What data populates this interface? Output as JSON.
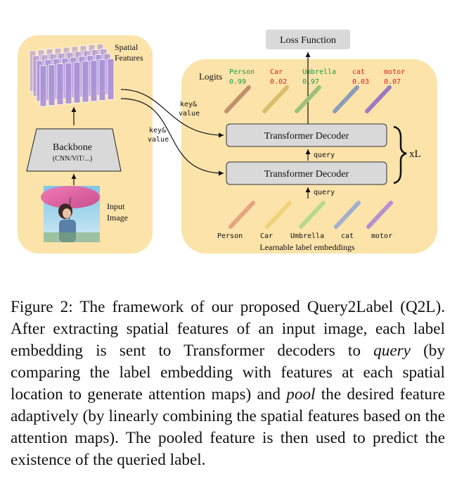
{
  "left_panel": {
    "spatial_features_label": [
      "Spatial",
      "Features"
    ],
    "backbone_title": "Backbone",
    "backbone_subtitle": "(CNN/ViT/...)",
    "input_image_label": [
      "Input",
      "Image"
    ]
  },
  "kv_labels": [
    [
      "key&",
      "value"
    ],
    [
      "key&",
      "value"
    ]
  ],
  "right_panel": {
    "loss_function": "Loss Function",
    "logits_label": "Logits",
    "logits": [
      {
        "name": "Person",
        "value": "0.99",
        "color": "#1e9e3a"
      },
      {
        "name": "Car",
        "value": "0.02",
        "color": "#e02020"
      },
      {
        "name": "Umbrella",
        "value": "0.97",
        "color": "#1e9e3a"
      },
      {
        "name": "cat",
        "value": "0.03",
        "color": "#e02020"
      },
      {
        "name": "motor",
        "value": "0.07",
        "color": "#e02020"
      }
    ],
    "decoders": [
      "Transformer Decoder",
      "Transformer Decoder"
    ],
    "query_labels": [
      "query",
      "query"
    ],
    "repeat_label": "xL",
    "embedding_names": [
      "Person",
      "Car",
      "Umbrella",
      "cat",
      "motor"
    ],
    "embeddings_caption": "Learnable label embeddings"
  },
  "colors": {
    "panel_bg": "#fbe3aa",
    "box_fill": "#d9d9d9",
    "feature_purple": "#a98fd6",
    "embedding_colors": [
      "#e6a47a",
      "#efd27a",
      "#b7d98a",
      "#9eb0cc",
      "#b58fd0"
    ],
    "logit_colors": [
      "#c0906a",
      "#d9bd6a",
      "#9dc07a",
      "#8a9cb8",
      "#9d7ac0"
    ]
  },
  "caption": {
    "prefix": "Figure 2:",
    "text_1": " The framework of our proposed Query2Label (Q2L). After extracting spatial features of an input image, each label embedding is sent to Transformer decoders to ",
    "em_1": "query",
    "text_2": " (by comparing the label embedding with features at each spatial location to generate attention maps) and ",
    "em_2": "pool",
    "text_3": " the desired feature adaptively (by linearly combining the spatial features based on the attention maps). The pooled feature is then used to predict the existence of the queried label."
  }
}
